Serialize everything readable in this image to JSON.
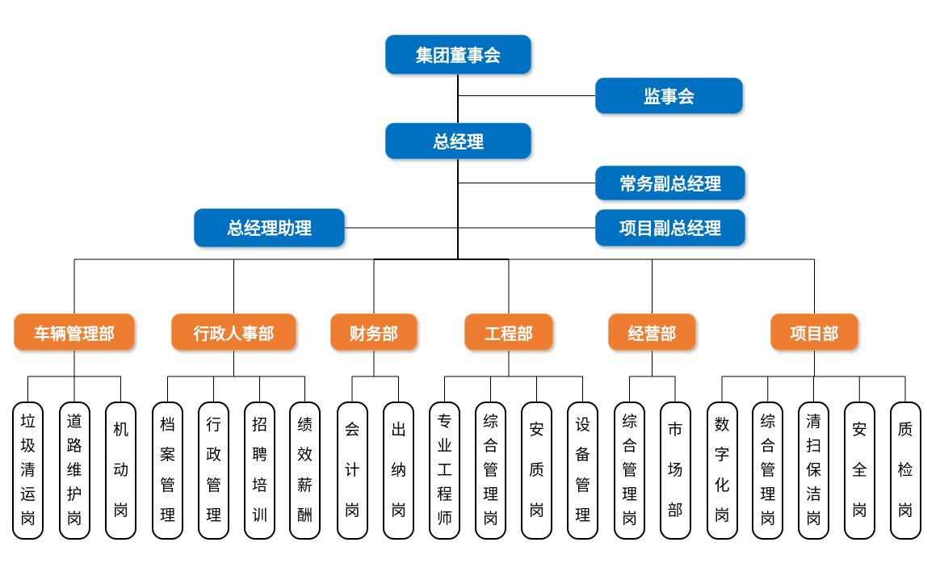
{
  "colors": {
    "node_blue": "#0070c0",
    "node_orange": "#ed7d31",
    "connector": "#000000",
    "post_background": "#ffffff",
    "post_border": "#000000"
  },
  "top": {
    "board": "集团董事会",
    "supervisory_board": "监事会",
    "general_manager": "总经理",
    "executive_deputy_gm": "常务副总经理",
    "gm_assistant": "总经理助理",
    "project_deputy_gm": "项目副总经理"
  },
  "departments": [
    {
      "name": "车辆管理部",
      "posts": [
        "垃圾清运岗",
        "道路维护岗",
        "机动岗"
      ]
    },
    {
      "name": "行政人事部",
      "posts": [
        "档案管理",
        "行政管理",
        "招聘培训",
        "绩效薪酬"
      ]
    },
    {
      "name": "财务部",
      "posts": [
        "会计岗",
        "出纳岗"
      ]
    },
    {
      "name": "工程部",
      "posts": [
        "专业工程师",
        "综合管理岗",
        "安质岗",
        "设备管理"
      ]
    },
    {
      "name": "经营部",
      "posts": [
        "综合管理岗",
        "市场部"
      ]
    },
    {
      "name": "项目部",
      "posts": [
        "数字化岗",
        "综合管理岗",
        "清扫保洁岗",
        "安全岗",
        "质检岗"
      ]
    }
  ]
}
